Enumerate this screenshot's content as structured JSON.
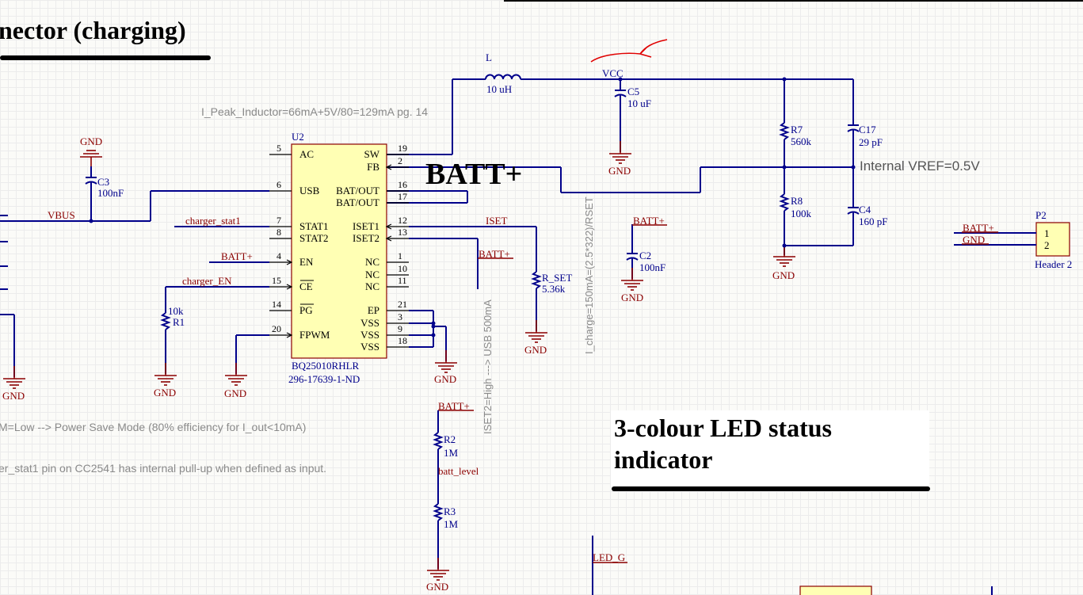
{
  "titles": {
    "charging": "nector (charging)",
    "led_line1": "3-colour LED status",
    "led_line2": "indicator"
  },
  "notes": {
    "peak_inductor": "I_Peak_Inductor=66mA+5V/80=129mA pg. 14",
    "vref": "Internal VREF=0.5V",
    "fpwm_note": "M=Low --> Power Save Mode (80% efficiency for I_out<10mA)",
    "stat_note": "er_stat1 pin on CC2541 has internal pull-up when defined as input.",
    "iset2_note": "ISET2=High ---> USB 500mA",
    "icharge_note": "I_charge=150mA=(2.5*322)/RSET",
    "batt_big": "BATT+"
  },
  "chip": {
    "designator": "U2",
    "part": "BQ25010RHLR",
    "order_code": "296-17639-1-ND",
    "left_pins": [
      {
        "num": "5",
        "name": "AC"
      },
      {
        "num": "6",
        "name": "USB"
      },
      {
        "num": "7",
        "name": "STAT1"
      },
      {
        "num": "8",
        "name": "STAT2"
      },
      {
        "num": "4",
        "name": "EN"
      },
      {
        "num": "15",
        "name": "CE"
      },
      {
        "num": "14",
        "name": "PG"
      },
      {
        "num": "20",
        "name": "FPWM"
      }
    ],
    "right_pins": [
      {
        "num": "19",
        "name": "SW"
      },
      {
        "num": "2",
        "name": "FB"
      },
      {
        "num": "16",
        "name": "BAT/OUT"
      },
      {
        "num": "17",
        "name": "BAT/OUT"
      },
      {
        "num": "12",
        "name": "ISET1"
      },
      {
        "num": "13",
        "name": "ISET2"
      },
      {
        "num": "1",
        "name": "NC"
      },
      {
        "num": "10",
        "name": "NC"
      },
      {
        "num": "11",
        "name": "NC"
      },
      {
        "num": "21",
        "name": "EP"
      },
      {
        "num": "3",
        "name": "VSS"
      },
      {
        "num": "9",
        "name": "VSS"
      },
      {
        "num": "18",
        "name": "VSS"
      }
    ]
  },
  "components": {
    "L": {
      "des": "L",
      "val": "10 uH"
    },
    "C5": {
      "des": "C5",
      "val": "10 uF"
    },
    "C3": {
      "des": "C3",
      "val": "100nF"
    },
    "R7": {
      "des": "R7",
      "val": "560k"
    },
    "C17": {
      "des": "C17",
      "val": "29 pF"
    },
    "R8": {
      "des": "R8",
      "val": "100k"
    },
    "C4": {
      "des": "C4",
      "val": "160 pF"
    },
    "C2": {
      "des": "C2",
      "val": "100nF"
    },
    "R_SET": {
      "des": "R_SET",
      "val": "5.36k"
    },
    "R1": {
      "des": "R1",
      "val": "10k"
    },
    "R2": {
      "des": "R2",
      "val": "1M"
    },
    "R3": {
      "des": "R3",
      "val": "1M"
    },
    "P2": {
      "des": "P2",
      "val": "Header 2",
      "pin1": "1",
      "pin2": "2"
    }
  },
  "nets": {
    "vcc": "VCC",
    "vbus": "VBUS",
    "charger_stat1": "charger_stat1",
    "charger_en": "charger_EN",
    "batt_en": "BATT+",
    "iset": "ISET",
    "batt_iset2": "BATT+",
    "batt_c2": "BATT+",
    "batt_r2": "BATT+",
    "batt_p2": "BATT+",
    "gnd_p2": "GND",
    "batt_level": "batt_level",
    "led_g": "LED_G",
    "gnd": "GND"
  }
}
